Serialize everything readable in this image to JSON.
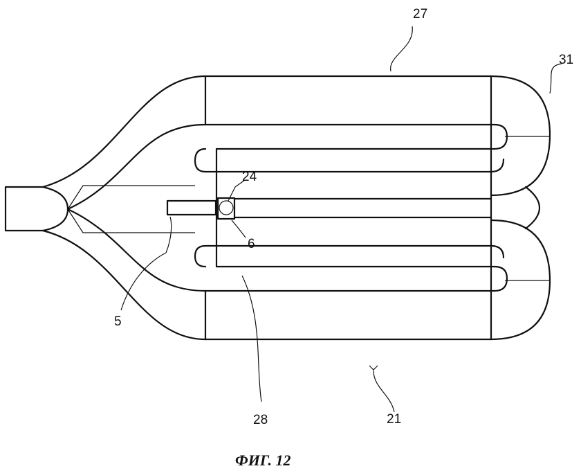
{
  "figure": {
    "caption": "ФИГ. 12",
    "labels": {
      "l27": "27",
      "l31": "31",
      "l24": "24",
      "l6": "6",
      "l5": "5",
      "l28": "28",
      "l21": "21"
    }
  }
}
